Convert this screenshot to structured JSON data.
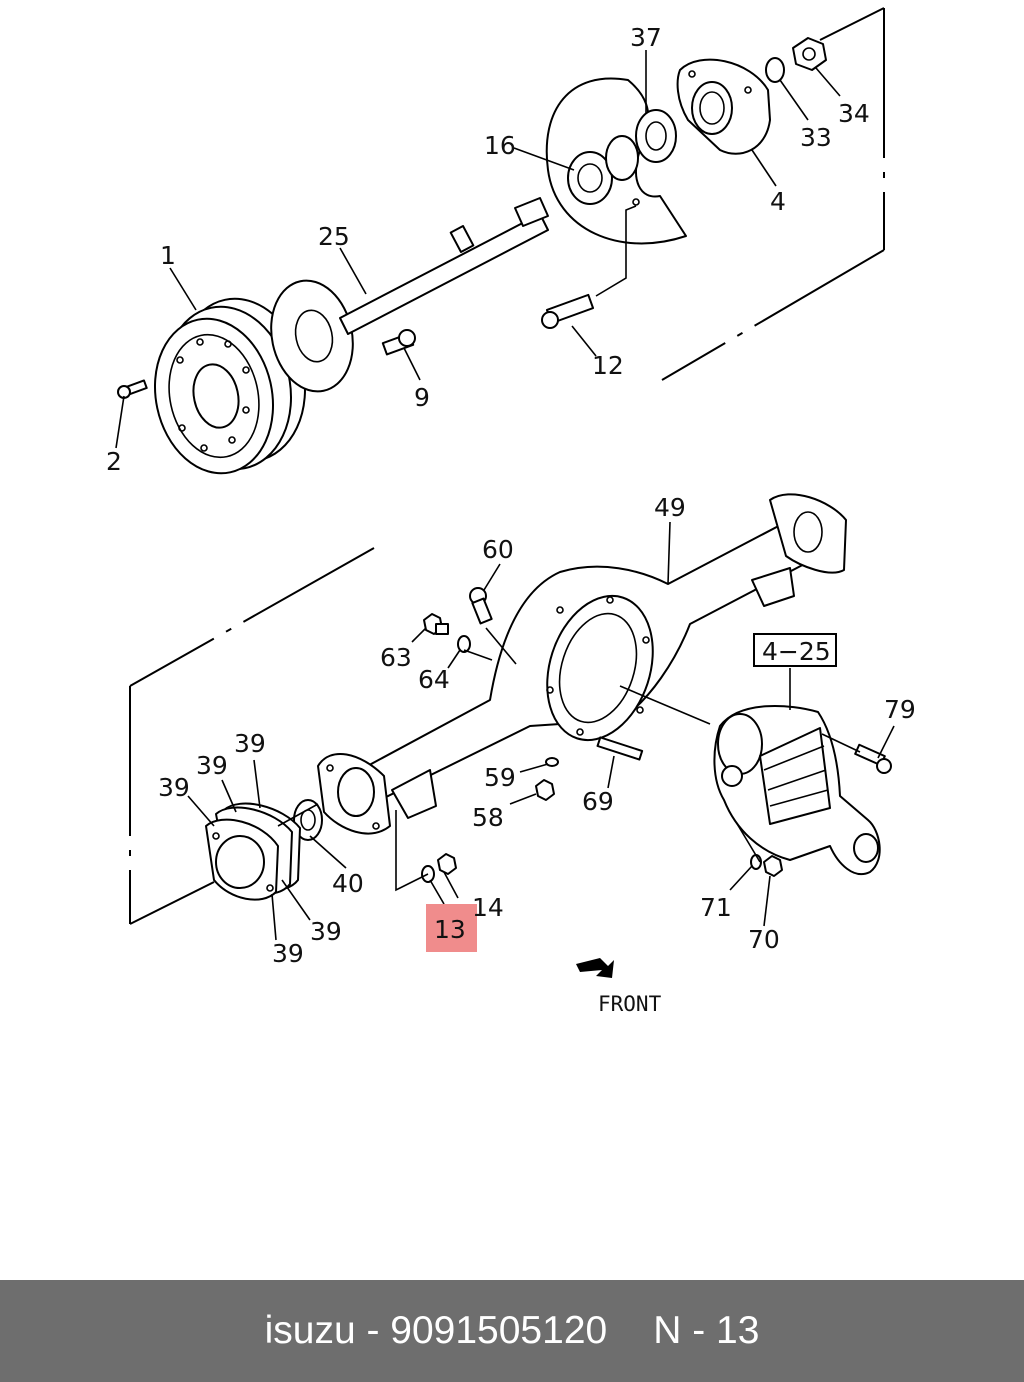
{
  "callouts": {
    "c1": "1",
    "c2": "2",
    "c4": "4",
    "c9": "9",
    "c12": "12",
    "c16": "16",
    "c25": "25",
    "c33": "33",
    "c34": "34",
    "c37": "37",
    "c49": "49",
    "c60": "60",
    "c63": "63",
    "c64": "64",
    "c59": "59",
    "c58": "58",
    "c69": "69",
    "c79": "79",
    "c71": "71",
    "c70": "70",
    "c39a": "39",
    "c39b": "39",
    "c39c": "39",
    "c39d": "39",
    "c39e": "39",
    "c40": "40",
    "c14": "14",
    "c13": "13",
    "ref_box": "4−25"
  },
  "highlight": {
    "label": "13",
    "color": "#f08c8c"
  },
  "front_label": "FRONT",
  "footer": {
    "brand_part": "isuzu - 9091505120",
    "page_ref": "N - 13",
    "background": "#6e6e6e"
  }
}
